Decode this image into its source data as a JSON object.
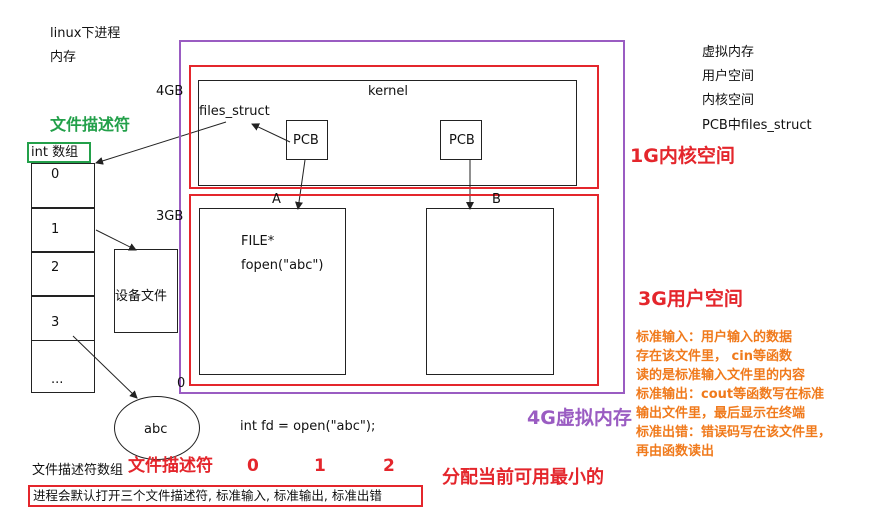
{
  "notes_top_left": [
    "linux下进程",
    "内存"
  ],
  "notes_top_right": [
    "虚拟内存",
    "用户空间",
    "内核空间",
    "PCB中files_struct"
  ],
  "labels": {
    "addr_4gb": "4GB",
    "addr_3gb": "3GB",
    "addr_0": "0",
    "kernel": "kernel",
    "files_struct": "files_struct",
    "pcb_a": "PCB",
    "pcb_b": "PCB",
    "proc_a": "A",
    "proc_b": "B",
    "file_ptr": "FILE*",
    "fopen": "fopen(\"abc\")",
    "device_file": "设备文件",
    "abc_file": "abc",
    "open_call": "int fd = open(\"abc\");",
    "fd_array_caption": "文件描述符数组"
  },
  "fd_array": {
    "header": "int 数组",
    "cells": [
      "0",
      "1",
      "2",
      "3",
      "..."
    ]
  },
  "annotations": {
    "fd_title": "文件描述符",
    "kernel_space": "1G内核空间",
    "user_space": "3G用户空间",
    "virtual_memory": "4G虚拟内存",
    "fd_bottom": "文件描述符",
    "fd_numbers": [
      "0",
      "1",
      "2"
    ],
    "alloc_rule": "分配当前可用最小的",
    "std_desc": [
      "标准输入：用户输入的数据",
      "存在该文件里， cin等函数",
      "读的是标准输入文件里的内容",
      "标准输出：cout等函数写在标准",
      "输出文件里，最后显示在终端",
      "标准出错：错误码写在该文件里，",
      "再由函数读出"
    ],
    "default_fds": "进程会默认打开三个文件描述符, 标准输入, 标准输出, 标准出错"
  },
  "colors": {
    "red": "#e4262c",
    "purple": "#9a5cc2",
    "green": "#23a04a",
    "orange": "#f07a1c"
  }
}
